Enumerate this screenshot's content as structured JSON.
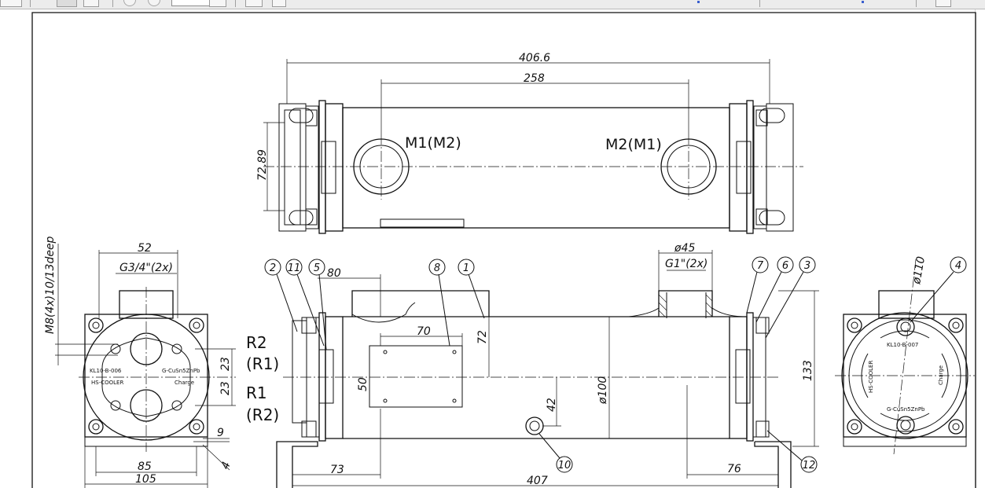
{
  "dimensions": {
    "d406": "406.6",
    "d258": "258",
    "d7289": "72.89",
    "d52": "52",
    "d_g34": "G3/4\"(2x)",
    "d_m8": "M8(4x)10/13deep",
    "d23a": "23",
    "d23b": "23",
    "d85": "85",
    "d105": "105",
    "d9": "9",
    "d4": "4",
    "d80": "80",
    "d70": "70",
    "d72": "72",
    "d50": "50",
    "d42": "42",
    "d100": "ø100",
    "d45": "ø45",
    "d_g1": "G1\"(2x)",
    "d133": "133",
    "d73": "73",
    "d407": "407",
    "d76": "76",
    "d110": "ø110"
  },
  "ports": {
    "m1": "M1(M2)",
    "m2": "M2(M1)",
    "r2": "R2",
    "r1p": "(R1)",
    "r1": "R1",
    "r2p": "(R2)"
  },
  "balloons": [
    "1",
    "2",
    "3",
    "4",
    "5",
    "6",
    "7",
    "8",
    "10",
    "11",
    "12"
  ],
  "plates": {
    "left_code": "KL10-B-006",
    "left_name": "HS-COOLER",
    "left_mat": "G-CuSn5ZnPb",
    "left_charge": "Charge",
    "right_code": "KL10-B-007",
    "right_name": "HS-COOLER",
    "right_mat": "G-CuSn5ZnPb",
    "right_charge": "Charge"
  }
}
